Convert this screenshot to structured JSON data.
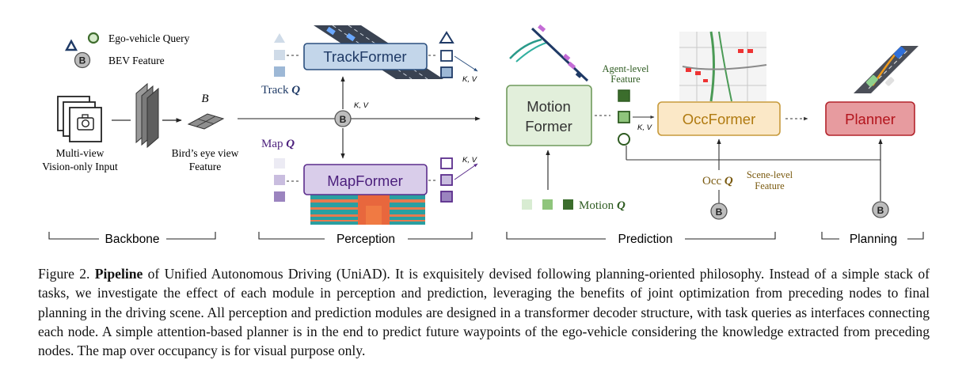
{
  "legend": {
    "ego_query": "Ego-vehicle Query",
    "bev_feature": "BEV Feature",
    "bev_symbol": "B"
  },
  "backbone": {
    "input_line1": "Multi-view",
    "input_line2": "Vision-only Input",
    "bev_line1": "Bird’s eye view",
    "bev_line2": "Feature",
    "bev_symbol": "B",
    "section_label": "Backbone"
  },
  "perception": {
    "trackformer": "TrackFormer",
    "mapformer": "MapFormer",
    "track_q_text": "Track ",
    "track_q_symbol": "Q",
    "map_q_text": "Map ",
    "map_q_symbol": "Q",
    "kv_center": "K, V",
    "kv_track": "K, V",
    "kv_map": "K, V",
    "section_label": "Perception"
  },
  "prediction": {
    "motionformer_line1": "Motion",
    "motionformer_line2": "Former",
    "occformer": "OccFormer",
    "agent_feature_line1": "Agent-level",
    "agent_feature_line2": "Feature",
    "kv_agent": "K, V",
    "motion_q_text": "Motion ",
    "motion_q_symbol": "Q",
    "occ_q_text": "Occ ",
    "occ_q_symbol": "Q",
    "scene_feature_line1": "Scene-level",
    "scene_feature_line2": "Feature",
    "section_label": "Prediction"
  },
  "planning": {
    "planner": "Planner",
    "section_label": "Planning"
  },
  "caption": {
    "figure_label": "Figure 2. ",
    "bold_term": "Pipeline",
    "body": " of Unified Autonomous Driving (UniAD). It is exquisitely devised following planning-oriented philosophy. Instead of a simple stack of tasks, we investigate the effect of each module in perception and prediction, leveraging the benefits of joint optimization from preceding nodes to final planning in the driving scene. All perception and prediction modules are designed in a transformer decoder structure, with task queries as interfaces connecting each node. A simple attention-based planner is in the end to predict future waypoints of the ego-vehicle considering the knowledge extracted from preceding nodes. The map over occupancy is for visual purpose only."
  },
  "colors": {
    "track_fill": "#c3d6ea",
    "track_stroke": "#2b4f7e",
    "map_fill": "#d9cdea",
    "map_stroke": "#5b2d8c",
    "motion_fill": "#e2efdb",
    "motion_stroke": "#6f9a5c",
    "occ_fill": "#fbe8c7",
    "occ_stroke": "#c79a3c",
    "occ_text": "#b07a10",
    "planner_fill": "#e79b9f",
    "planner_stroke": "#b3242c",
    "planner_text": "#b3141c",
    "bev_circle": "#b9b9b9"
  }
}
